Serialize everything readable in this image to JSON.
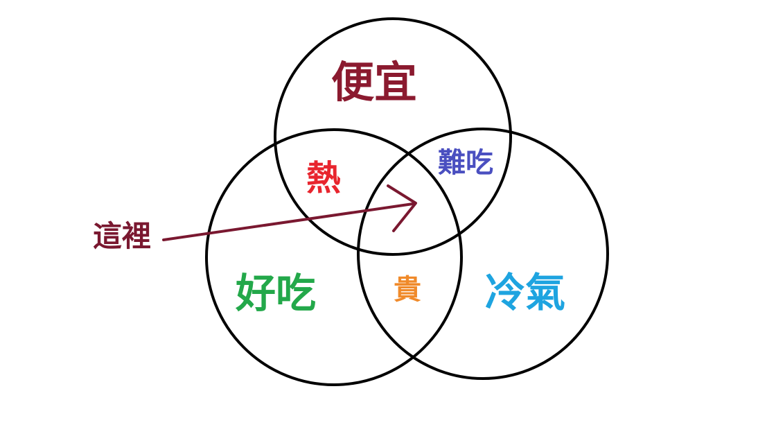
{
  "diagram": {
    "labels": {
      "cheap": "便宜",
      "hot": "熱",
      "bad_taste": "難吃",
      "here": "這裡",
      "tasty": "好吃",
      "expensive": "貴",
      "aircon": "冷氣"
    },
    "colors": {
      "cheap": "#8b1a2f",
      "hot": "#e8252e",
      "bad_taste": "#4a4fc0",
      "here": "#7a1830",
      "tasty": "#23a84a",
      "expensive": "#f08a2a",
      "aircon": "#1ea4e0",
      "arrow": "#7a1830",
      "circles": "#000000"
    }
  }
}
